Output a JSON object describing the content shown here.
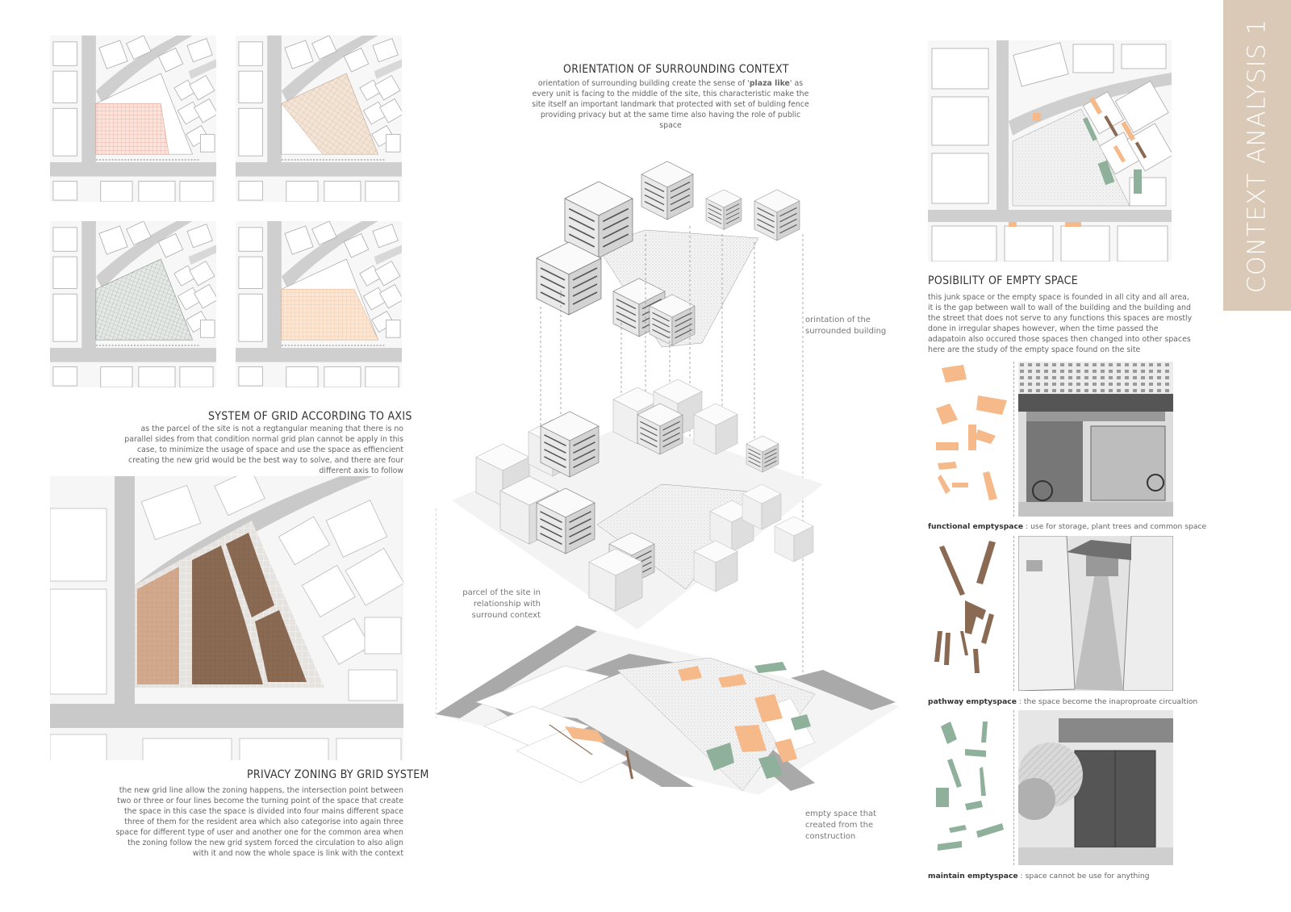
{
  "sidebar": {
    "title": "CONTEXT ANALYSIS 1"
  },
  "colors": {
    "brown_light": "#d2a98c",
    "brown_dark": "#8a6a52",
    "orange": "#f5b98a",
    "green": "#8fb09b",
    "sidebar": "#d9c9b6",
    "grid_red": "#e8a59a",
    "grid_beige": "#d7bca7",
    "grid_grey": "#9aa49c",
    "grid_peach": "#f2c49f"
  },
  "grid_section": {
    "title": "SYSTEM OF GRID ACCORDING TO AXIS",
    "text": "as the parcel of the site is not a regtangular meaning that there is no parallel sides from that condition normal grid plan cannot be apply in this case, to minimize the usage of space and use the space as effiencient creating the new grid would be the best way to solve, and there are four different axis to follow"
  },
  "privacy_section": {
    "title": "PRIVACY ZONING BY GRID SYSTEM",
    "text": "the new grid line allow the zoning happens, the intersection point between two or three or four lines become the turning point of the space that create the space in this case the space is divided into four mains different space three of them for the resident area which also categorise into again three space for different type of user and another one for the common area when the zoning follow the new grid system forced the circulation to also align with it and now the whole space is link with the context"
  },
  "orientation_section": {
    "title": "ORIENTATION OF SURROUNDING CONTEXT",
    "text_before": "orientation of surrounding building create the sense of '",
    "text_bold": "plaza like",
    "text_after": "' as every unit is facing to the middle of the site, this characteristic make the site itself an important landmark that protected with set of bulding fence providing privacy but at the same time also having the role of public space"
  },
  "iso_labels": {
    "orientation": "orintation of the surrounded building",
    "parcel": "parcel of the site in relationship with surround context",
    "empty": "empty space that created from the construction"
  },
  "empty_section": {
    "title": "POSIBILITY OF EMPTY SPACE",
    "text": "this junk space or the empty space is founded in all city and all area, it is the gap between wall to wall of the building and the building and the street that does not serve to any functions this spaces are mostly done in irregular shapes however, when the time passed the adapatoin also occured those spaces then changed into other spaces here are the study of the empty space found on the site"
  },
  "empty_types": [
    {
      "name": "functional emptyspace",
      "desc": " : use for storage, plant trees and common space"
    },
    {
      "name": "pathway emptyspace",
      "desc": " : the space become the inaproproate circualtion"
    },
    {
      "name": "maintain emptyspace",
      "desc": " : space cannot be use for anything"
    }
  ]
}
